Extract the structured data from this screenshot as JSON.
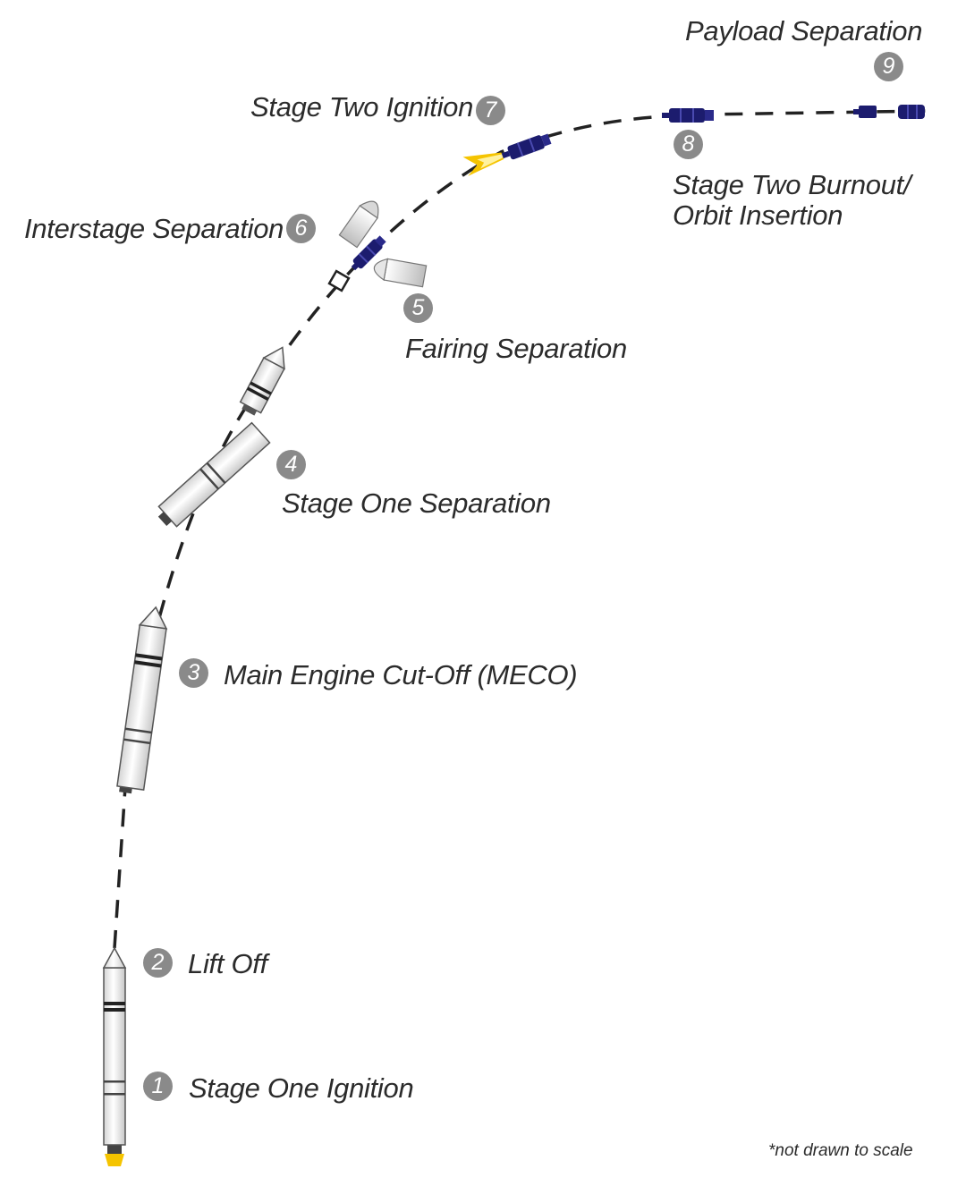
{
  "steps": [
    {
      "number": "1",
      "label": "Stage One Ignition"
    },
    {
      "number": "2",
      "label": "Lift Off"
    },
    {
      "number": "3",
      "label": "Main Engine Cut-Off (MECO)"
    },
    {
      "number": "4",
      "label": "Stage One Separation"
    },
    {
      "number": "5",
      "label": "Fairing Separation"
    },
    {
      "number": "6",
      "label": "Interstage Separation"
    },
    {
      "number": "7",
      "label": "Stage Two Ignition"
    },
    {
      "number": "8",
      "label_line1": "Stage Two Burnout/",
      "label_line2": "Orbit Insertion"
    },
    {
      "number": "9",
      "label": "Payload Separation"
    }
  ],
  "footnote": "*not drawn to scale",
  "colors": {
    "text": "#2b2b2b",
    "badge": "#8a8a8a",
    "trajectory": "#222222",
    "stage_two": "#1c1c6e",
    "rocket_body": "#f2f2f2",
    "flame": "#f5c400"
  }
}
